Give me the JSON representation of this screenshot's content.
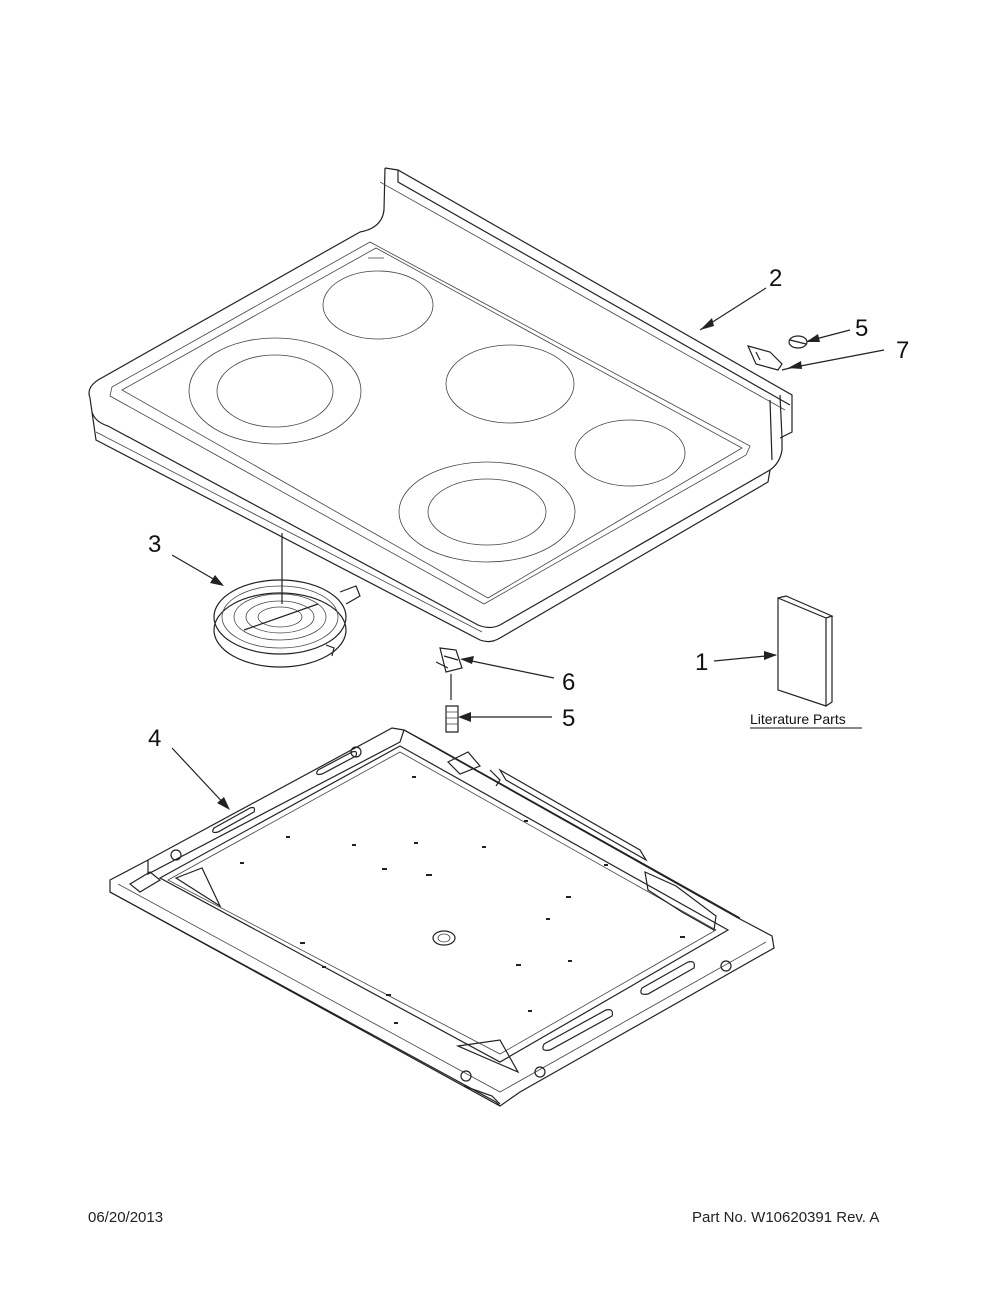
{
  "callouts": {
    "c1": "1",
    "c2": "2",
    "c3": "3",
    "c4": "4",
    "c5a": "5",
    "c5b": "5",
    "c6": "6",
    "c7": "7"
  },
  "literature_label": "Literature Parts",
  "footer": {
    "date": "06/20/2013",
    "part_no": "Part No.  W10620391  Rev.  A"
  }
}
